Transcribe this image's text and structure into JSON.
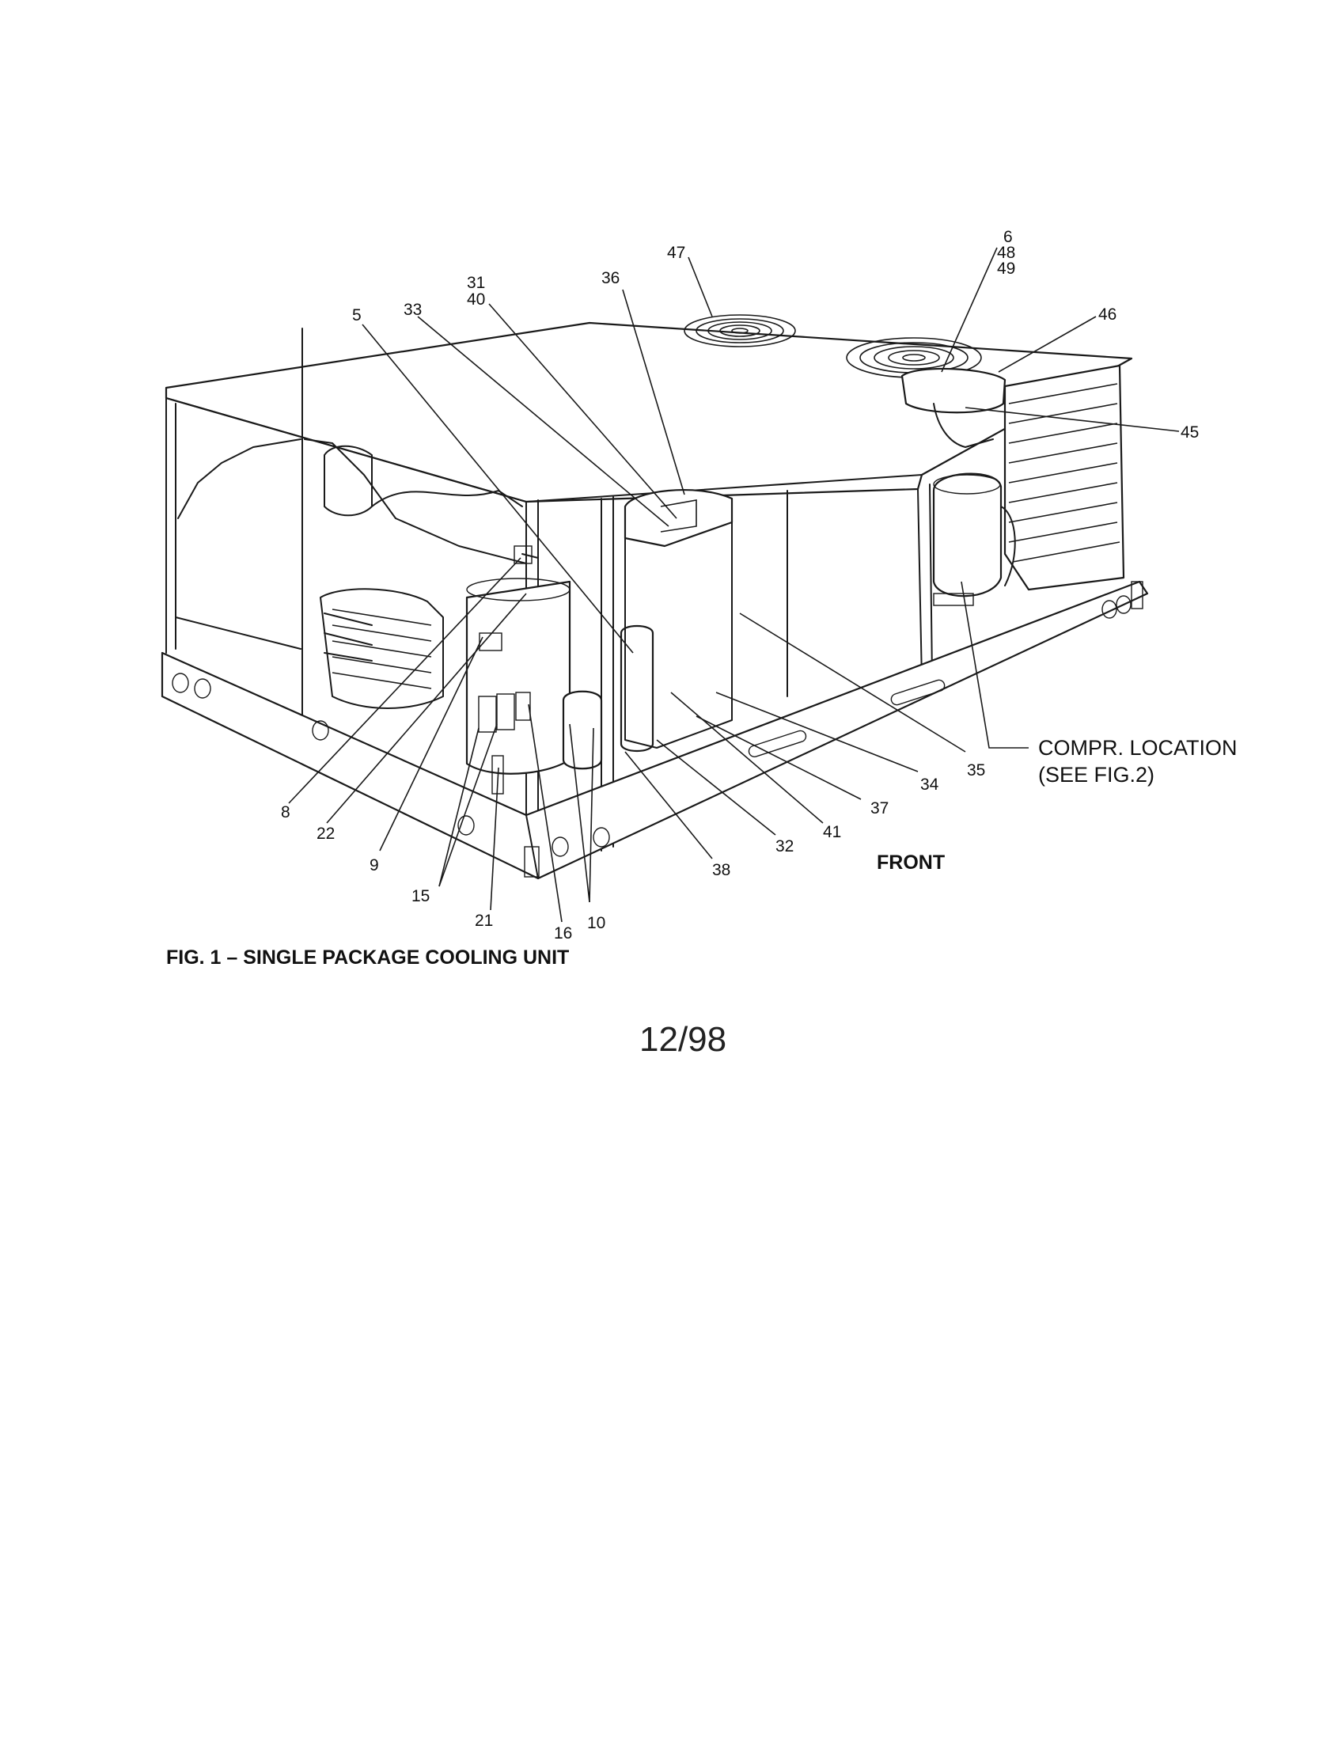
{
  "figure": {
    "caption": "FIG. 1 – SINGLE PACKAGE COOLING UNIT",
    "front_label": "FRONT",
    "compressor_note_line1": "COMPR. LOCATION",
    "compressor_note_line2": "(SEE FIG.2)",
    "date": "12/98"
  },
  "callouts": {
    "c5": "5",
    "c33": "33",
    "c31": "31",
    "c40": "40",
    "c36": "36",
    "c47": "47",
    "c6": "6",
    "c48": "48",
    "c49": "49",
    "c46": "46",
    "c45": "45",
    "c8": "8",
    "c22": "22",
    "c9": "9",
    "c15": "15",
    "c21": "21",
    "c16": "16",
    "c10": "10",
    "c38": "38",
    "c32": "32",
    "c41": "41",
    "c37": "37",
    "c34": "34",
    "c35": "35"
  }
}
